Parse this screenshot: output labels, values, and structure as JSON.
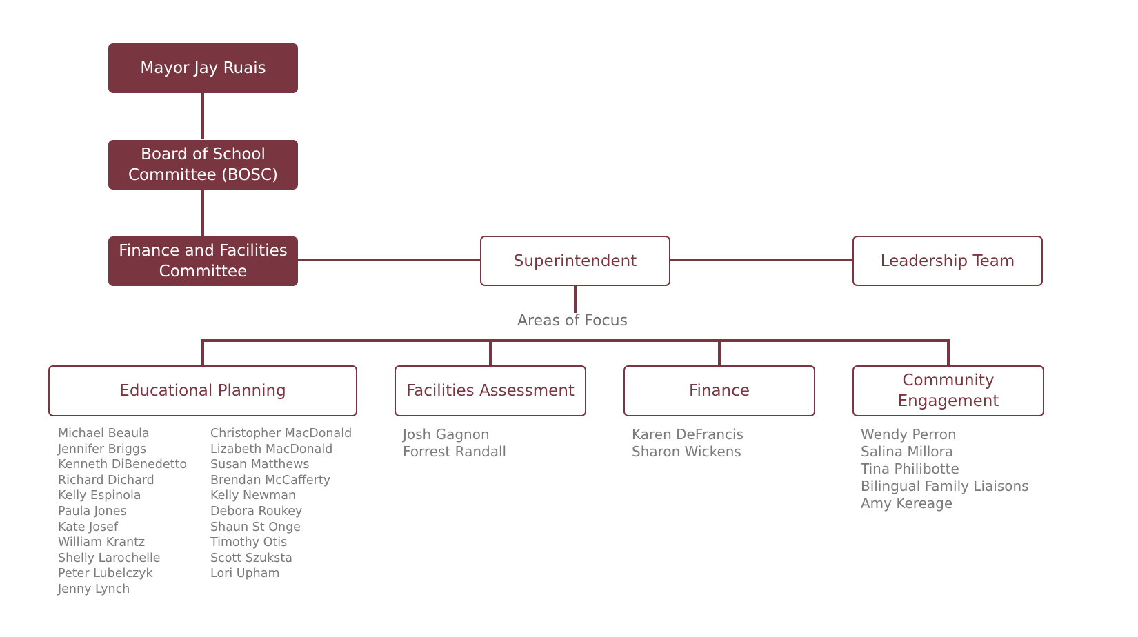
{
  "colors": {
    "brand": "#7a3640",
    "member_text": "#7b7b7b",
    "label_text": "#6f6f6f",
    "background": "#ffffff"
  },
  "governance": {
    "mayor": "Mayor Jay Ruais",
    "board": "Board of School Committee (BOSC)",
    "finance_committee": "Finance and Facilities Committee"
  },
  "leadership": {
    "superintendent": "Superintendent",
    "leadership_team": "Leadership Team"
  },
  "areas_of_focus": {
    "label": "Areas of Focus",
    "educational_planning": {
      "title": "Educational Planning",
      "members_col1": [
        "Michael Beaula",
        "Jennifer Briggs",
        "Kenneth DiBenedetto",
        "Richard Dichard",
        "Kelly Espinola",
        "Paula Jones",
        "Kate Josef",
        "William Krantz",
        "Shelly Larochelle",
        "Peter Lubelczyk",
        "Jenny Lynch"
      ],
      "members_col2": [
        "Christopher MacDonald",
        "Lizabeth MacDonald",
        "Susan Matthews",
        "Brendan McCafferty",
        "Kelly Newman",
        "Debora Roukey",
        "Shaun St Onge",
        "Timothy Otis",
        "Scott Szuksta",
        "Lori Upham"
      ]
    },
    "facilities_assessment": {
      "title": "Facilities Assessment",
      "members": [
        "Josh Gagnon",
        "Forrest Randall"
      ]
    },
    "finance": {
      "title": "Finance",
      "members": [
        "Karen DeFrancis",
        "Sharon Wickens"
      ]
    },
    "community_engagement": {
      "title": "Community Engagement",
      "members": [
        "Wendy Perron",
        "Salina Millora",
        "Tina Philibotte",
        "Bilingual Family Liaisons",
        "Amy Kereage"
      ]
    }
  }
}
